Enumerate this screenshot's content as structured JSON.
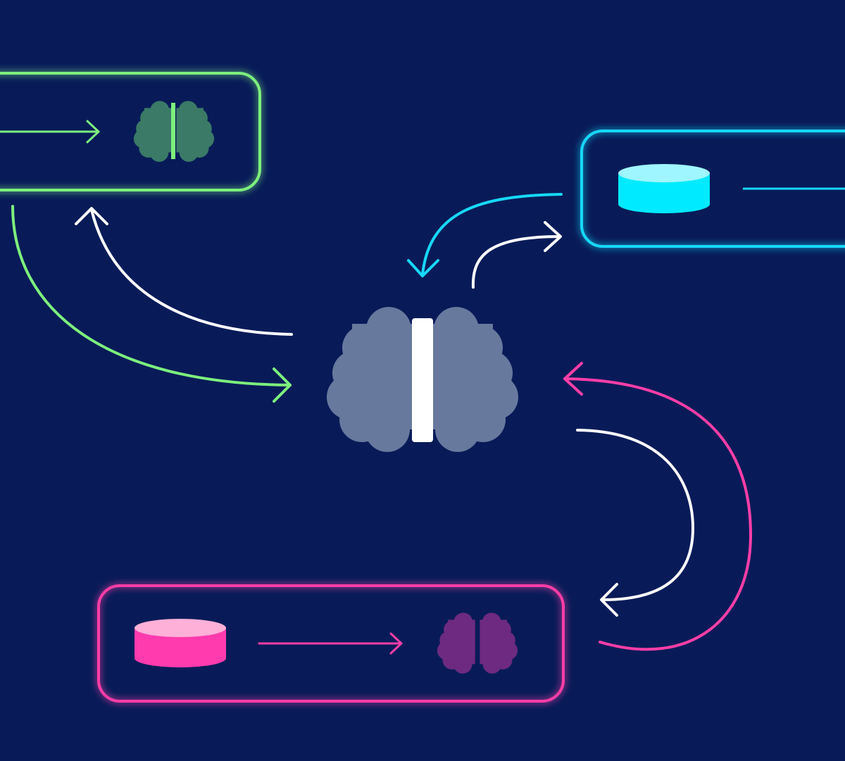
{
  "diagram": {
    "background": "#081b58",
    "colors": {
      "green": "#7df07d",
      "cyan": "#17d8f7",
      "pink": "#ff3ea8",
      "white": "#ffffff",
      "center_brain": "#68799e",
      "green_brain": "#3a7a66",
      "purple_brain": "#6d2a80",
      "cyan_db_top": "#9ff6ff",
      "cyan_db_body": "#00eaff",
      "pink_db_top": "#ffb0d8",
      "pink_db_body": "#ff3bae"
    },
    "nodes": [
      {
        "name": "center-brain",
        "icon": "brain-icon"
      },
      {
        "name": "green-box",
        "contains": [
          "arrow",
          "brain-icon"
        ]
      },
      {
        "name": "cyan-box",
        "contains": [
          "database-icon",
          "line"
        ]
      },
      {
        "name": "pink-box",
        "contains": [
          "database-icon",
          "arrow",
          "brain-icon"
        ]
      }
    ]
  }
}
